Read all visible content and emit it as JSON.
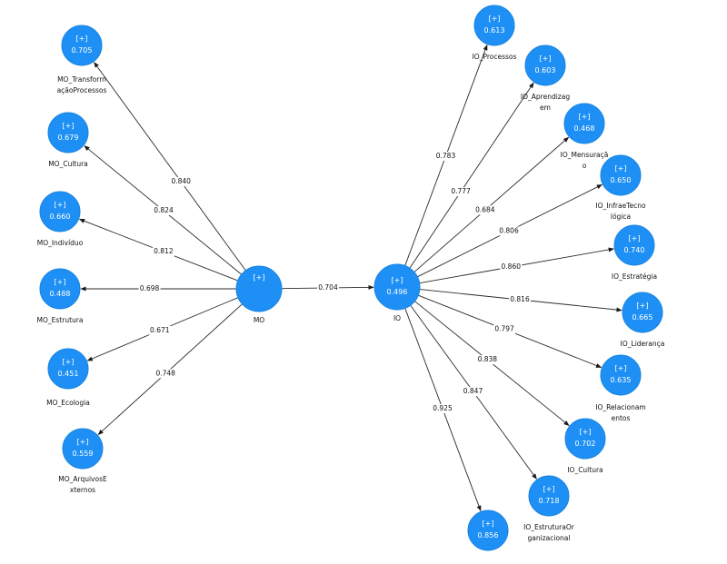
{
  "marker": "[+]",
  "nodes": {
    "MO": {
      "label": [
        "MO"
      ],
      "value": "",
      "r": "big"
    },
    "IO": {
      "label": [
        "IO"
      ],
      "value": "0.496",
      "r": "big"
    },
    "MO_TP": {
      "label": [
        "MO_Transforrn",
        "açãoProcessos"
      ],
      "value": "0.705"
    },
    "MO_Cult": {
      "label": [
        "MO_Cultura"
      ],
      "value": "0.679"
    },
    "MO_Ind": {
      "label": [
        "MO_Indivíduo"
      ],
      "value": "0.660"
    },
    "MO_Est": {
      "label": [
        "MO_Estrutura"
      ],
      "value": "0.488"
    },
    "MO_Eco": {
      "label": [
        "MO_Ecologia"
      ],
      "value": "0.451"
    },
    "MO_AE": {
      "label": [
        "MO_ArquivosE",
        "xternos"
      ],
      "value": "0.559"
    },
    "IO_Proc": {
      "label": [
        "IO_Processos"
      ],
      "value": "0.613"
    },
    "IO_Apr": {
      "label": [
        "IO_Aprendizag",
        "em"
      ],
      "value": "0.603"
    },
    "IO_Men": {
      "label": [
        "IO_Mensuraçã",
        "o"
      ],
      "value": "0.468"
    },
    "IO_Inf": {
      "label": [
        "IO_InfraeTecno",
        "lógica"
      ],
      "value": "0.650"
    },
    "IO_Estr": {
      "label": [
        "IO_Estratégia"
      ],
      "value": "0.740"
    },
    "IO_Lid": {
      "label": [
        "IO_Liderança"
      ],
      "value": "0.665"
    },
    "IO_Rel": {
      "label": [
        "IO_Relacionam",
        "entos"
      ],
      "value": "0.635"
    },
    "IO_Cult": {
      "label": [
        "IO_Cultura"
      ],
      "value": "0.702"
    },
    "IO_EO": {
      "label": [
        "IO_EstruturaOr",
        "ganizacional"
      ],
      "value": "0.718"
    },
    "IO_Bottom": {
      "label": [],
      "value": "0.856"
    }
  },
  "edges": [
    {
      "from": "MO",
      "to": "IO",
      "weight": "0.704"
    },
    {
      "from": "MO",
      "to": "MO_TP",
      "weight": "0.840"
    },
    {
      "from": "MO",
      "to": "MO_Cult",
      "weight": "0.824"
    },
    {
      "from": "MO",
      "to": "MO_Ind",
      "weight": "0.812"
    },
    {
      "from": "MO",
      "to": "MO_Est",
      "weight": "0.698"
    },
    {
      "from": "MO",
      "to": "MO_Eco",
      "weight": "0.671"
    },
    {
      "from": "MO",
      "to": "MO_AE",
      "weight": "0.748"
    },
    {
      "from": "IO",
      "to": "IO_Proc",
      "weight": "0.783"
    },
    {
      "from": "IO",
      "to": "IO_Apr",
      "weight": "0.777"
    },
    {
      "from": "IO",
      "to": "IO_Men",
      "weight": "0.684"
    },
    {
      "from": "IO",
      "to": "IO_Inf",
      "weight": "0.806"
    },
    {
      "from": "IO",
      "to": "IO_Estr",
      "weight": "0.860"
    },
    {
      "from": "IO",
      "to": "IO_Lid",
      "weight": "0.816"
    },
    {
      "from": "IO",
      "to": "IO_Rel",
      "weight": "0.797"
    },
    {
      "from": "IO",
      "to": "IO_Cult",
      "weight": "0.838"
    },
    {
      "from": "IO",
      "to": "IO_EO",
      "weight": "0.847"
    },
    {
      "from": "IO",
      "to": "IO_Bottom",
      "weight": "0.925"
    }
  ]
}
